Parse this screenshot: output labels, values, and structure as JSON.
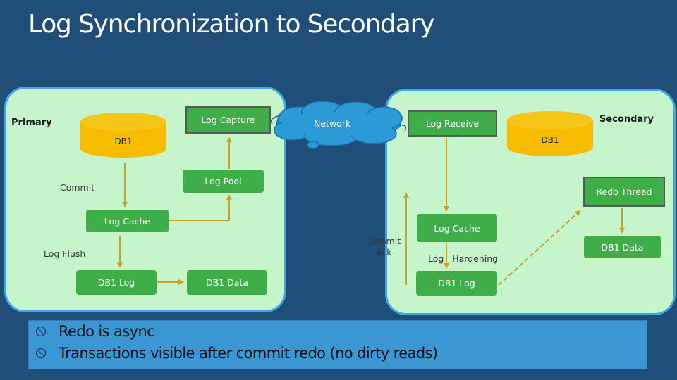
{
  "title": "Log Synchronization to Secondary",
  "primary": {
    "label": "Primary",
    "db": "DB1",
    "log_capture": "Log Capture",
    "log_pool": "Log Pool",
    "log_cache": "Log Cache",
    "db1_log": "DB1 Log",
    "db1_data": "DB1 Data",
    "commit_label": "Commit",
    "log_flush_label": "Log Flush"
  },
  "network": {
    "label": "Network"
  },
  "secondary": {
    "label": "Secondary",
    "db": "DB1",
    "log_receive": "Log Receive",
    "redo_thread": "Redo Thread",
    "db1_data": "DB1 Data",
    "log_cache": "Log Cache",
    "db1_log": "DB1 Log",
    "commit_label": "Commit",
    "ack_label": "Ack",
    "log_hardening_label": "Log   Hardening"
  },
  "bullets": [
    "Redo is async",
    "Transactions visible after commit redo (no dirty reads)"
  ],
  "colors": {
    "background": "#1f4e79",
    "panel": "#c6f5cc",
    "panel_border": "#3fa7e8",
    "box": "#3fae49",
    "database": "#f7bc00",
    "arrow": "#c9a227",
    "bullet_band": "#3a97d4"
  }
}
